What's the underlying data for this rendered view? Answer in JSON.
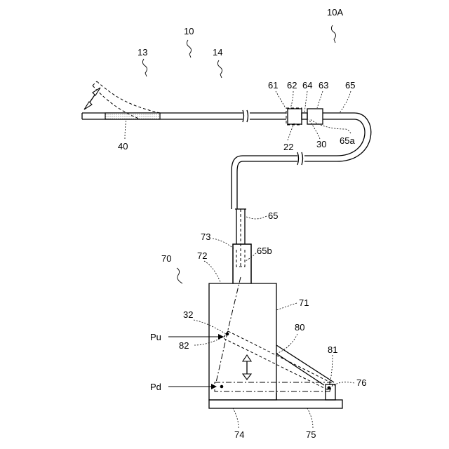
{
  "labels": {
    "ref_10": "10",
    "ref_10A": "10A",
    "ref_13": "13",
    "ref_14": "14",
    "ref_40": "40",
    "ref_61": "61",
    "ref_62": "62",
    "ref_63": "63",
    "ref_64": "64",
    "ref_65_top": "65",
    "ref_65a": "65a",
    "ref_22": "22",
    "ref_30": "30",
    "ref_65_mid": "65",
    "ref_73": "73",
    "ref_65b": "65b",
    "ref_70": "70",
    "ref_72": "72",
    "ref_71": "71",
    "ref_32": "32",
    "ref_80": "80",
    "ref_Pu": "Pu",
    "ref_82": "82",
    "ref_81": "81",
    "ref_76": "76",
    "ref_Pd": "Pd",
    "ref_74": "74",
    "ref_75": "75"
  },
  "icons": {
    "motion_arrow": "double-headed-arrow-icon"
  }
}
